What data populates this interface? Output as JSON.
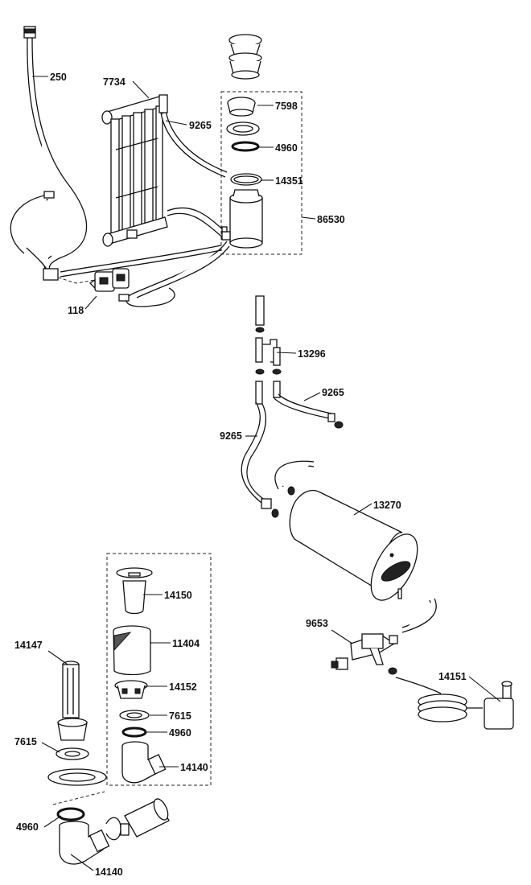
{
  "labels": {
    "l250": "250",
    "l7734": "7734",
    "l9265_top": "9265",
    "l7598": "7598",
    "l4960_top": "4960",
    "l14351": "14351",
    "l86530": "86530",
    "l118": "118",
    "l13296": "13296",
    "l9265_mid_right": "9265",
    "l9265_mid_left": "9265",
    "l13270": "13270",
    "l9653": "9653",
    "l14151": "14151",
    "l14150": "14150",
    "l11404": "11404",
    "l14152": "14152",
    "l7615_right": "7615",
    "l4960_right": "4960",
    "l14140_right": "14140",
    "l14147": "14147",
    "l7615_left": "7615",
    "l4960_left": "4960",
    "l14140_left": "14140"
  }
}
